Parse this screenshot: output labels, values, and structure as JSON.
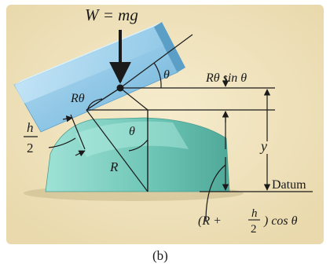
{
  "figure": {
    "caption": "(b)",
    "colors": {
      "background_panel": "#efe3be",
      "block": "#8cc6e6",
      "base": "#7fcfc2",
      "ink": "#1a1a1a"
    },
    "labels": {
      "weight": "W = mg",
      "theta_top": "θ",
      "r_theta": "Rθ",
      "r_theta_sin": "Rθ sin θ",
      "h_num": "h",
      "h_den": "2",
      "theta_mid": "θ",
      "r": "R",
      "y": "y",
      "datum": "Datum",
      "bottom_left": "(R +",
      "bottom_num": "h",
      "bottom_den": "2",
      "bottom_right": ") cos θ"
    }
  }
}
